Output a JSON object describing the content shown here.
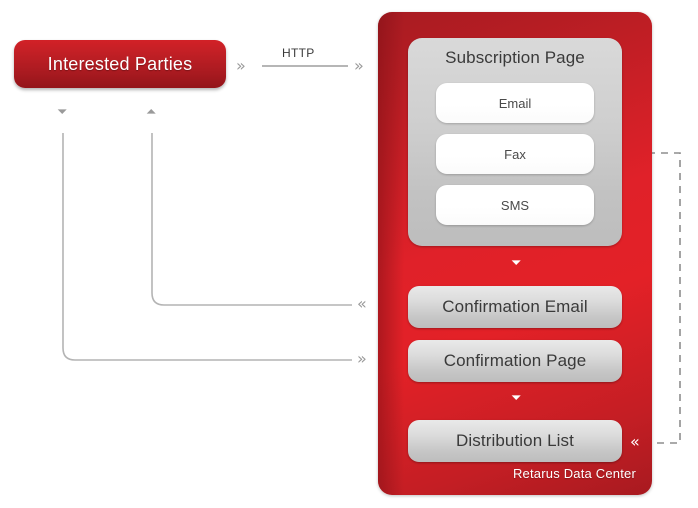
{
  "diagram": {
    "title_caption": "Retarus Data Center",
    "external_actor": {
      "label": "Interested Parties"
    },
    "protocol_link": {
      "label": "HTTP",
      "arrow_left": "»",
      "arrow_right": "»"
    },
    "data_center": {
      "caption": "Retarus Data Center",
      "subscription_group": {
        "title": "Subscription Page",
        "channels": [
          {
            "label": "Email"
          },
          {
            "label": "Fax"
          },
          {
            "label": "SMS"
          }
        ]
      },
      "stages": [
        {
          "label": "Confirmation Email"
        },
        {
          "label": "Confirmation Page"
        },
        {
          "label": "Distribution List"
        }
      ],
      "flow_markers": [
        {
          "glyph": "»",
          "orientation": "down"
        },
        {
          "glyph": "»",
          "orientation": "down"
        }
      ],
      "inbound_marker": "«"
    },
    "connectors": [
      {
        "name": "confirmation-email-to-interested-parties",
        "marker": "«",
        "style": "solid"
      },
      {
        "name": "interested-parties-to-confirmation-page",
        "marker": "»",
        "style": "solid"
      },
      {
        "name": "subscription-fax-to-distribution-list",
        "marker": "«",
        "style": "dashed"
      }
    ],
    "actor_markers": {
      "outbound": "»",
      "inbound": "«"
    },
    "colors": {
      "brand_red": "#e32127",
      "brand_red_dark": "#a81a20",
      "panel_grey": "#cfcfcf",
      "box_grey": "#dcdcdc",
      "wire_grey": "#b4b4b4",
      "marker_grey": "#9a9a9a",
      "text_dark": "#3a3a3a",
      "text_light": "#ffffff"
    }
  }
}
